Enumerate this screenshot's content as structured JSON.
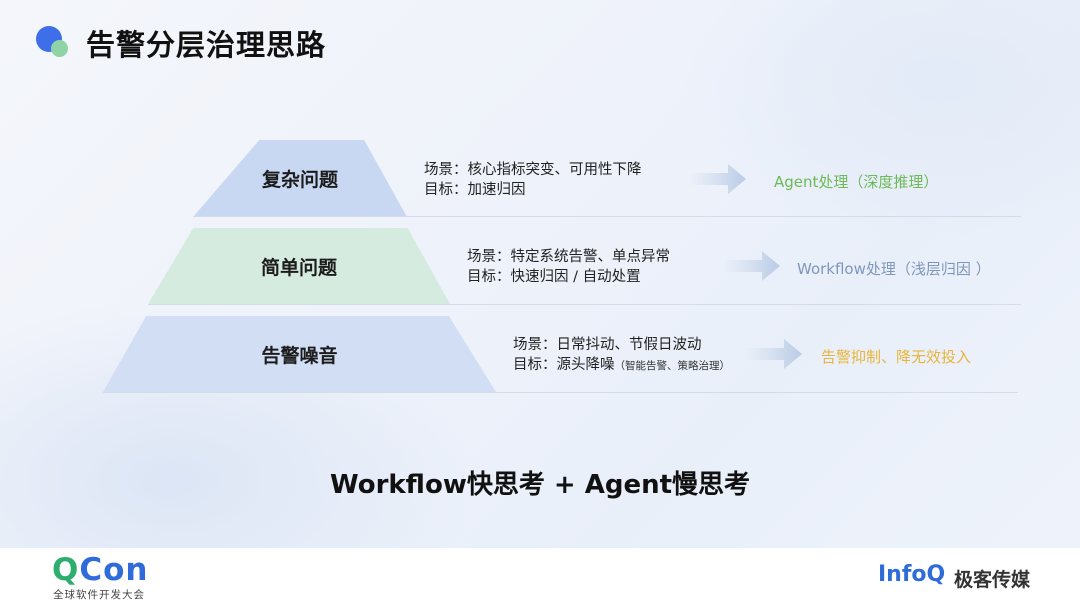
{
  "header": {
    "title": "告警分层治理思路"
  },
  "layers": [
    {
      "name": "复杂问题",
      "scene": "场景：核心指标突变、可用性下降",
      "goal": "目标：加速归因",
      "goal_note": "",
      "result": "Agent处理（深度推理）",
      "color": "#c9d8f2",
      "result_color": "#6cba57"
    },
    {
      "name": "简单问题",
      "scene": "场景：特定系统告警、单点异常",
      "goal": "目标：快速归因 / 自动处置",
      "goal_note": "",
      "result": "Workflow处理（浅层归因 ）",
      "color": "#d6ebe0",
      "result_color": "#7f97bd"
    },
    {
      "name": "告警噪音",
      "scene": "场景：日常抖动、节假日波动",
      "goal": "目标：源头降噪",
      "goal_note": "（智能告警、策略治理）",
      "result": "告警抑制、降无效投入",
      "color": "#d2def3",
      "result_color": "#e8b53a"
    }
  ],
  "slogan": "Workflow快思考 + Agent慢思考",
  "footer": {
    "qcon_q": "Q",
    "qcon_con": "Con",
    "qcon_sub": "全球软件开发大会",
    "infoq": "InfoQ",
    "infoq_cn": "极客传媒"
  },
  "colors": {
    "arrow": "#c3d2e8",
    "separator": "#d5dce8"
  }
}
